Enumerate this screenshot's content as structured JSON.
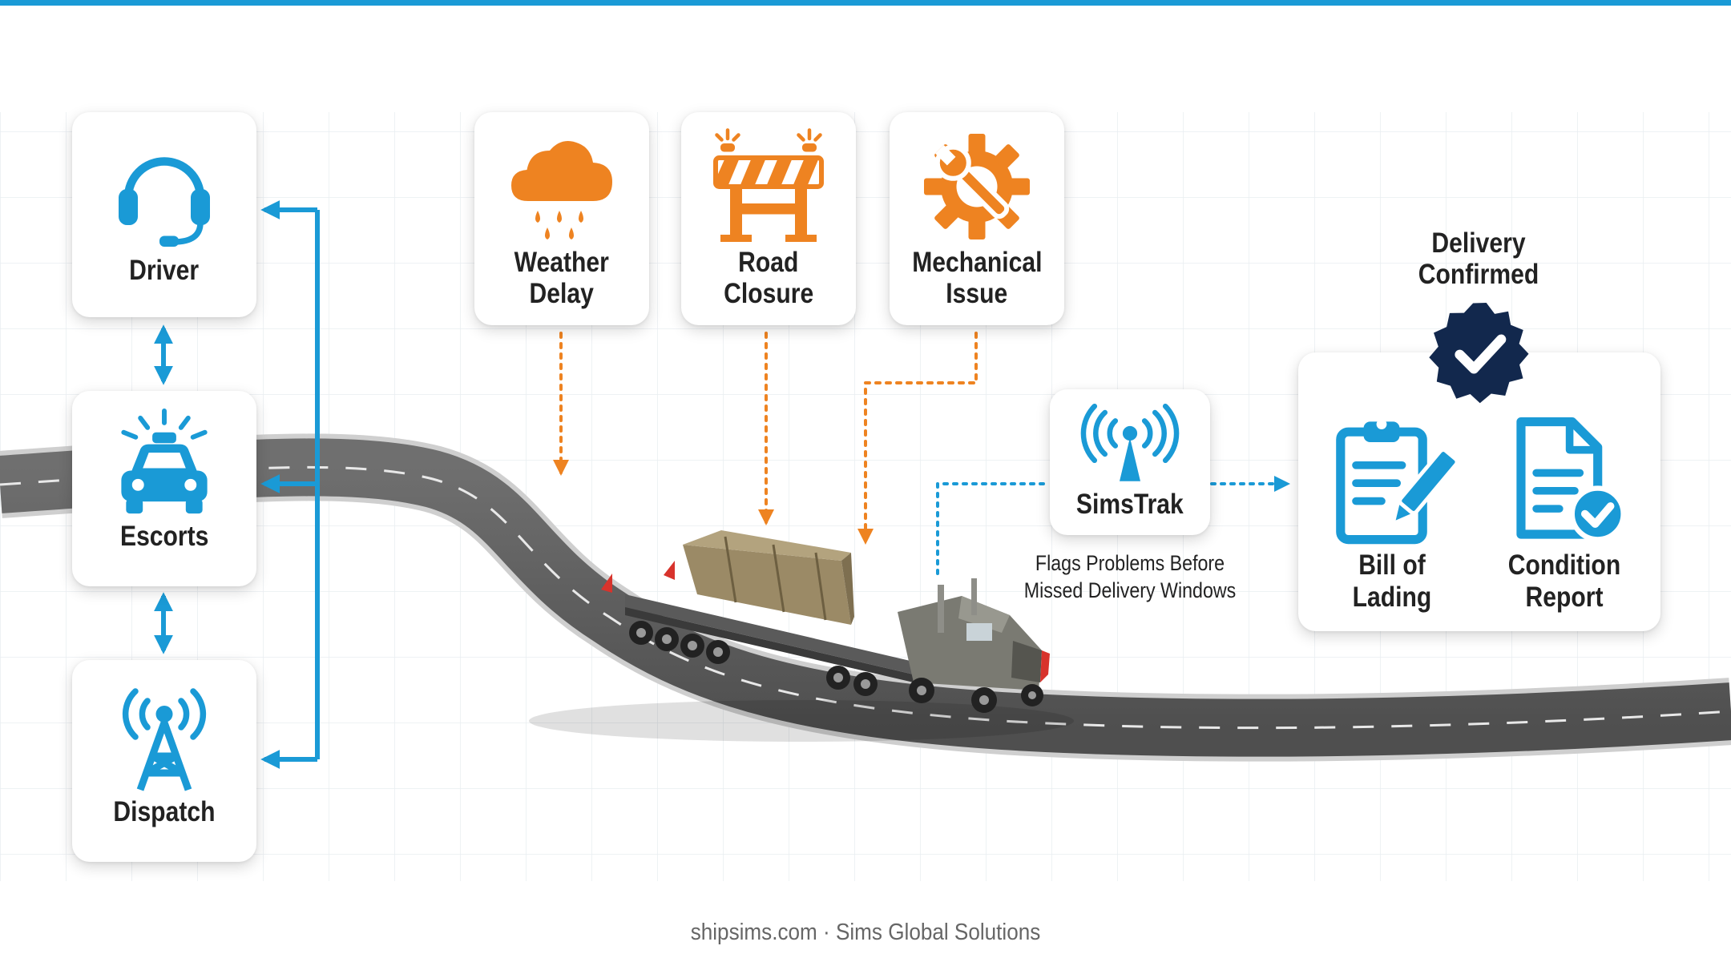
{
  "colors": {
    "accent_blue": "#1a9ad6",
    "accent_orange": "#ee8321",
    "badge_navy": "#12284d",
    "top_bar": "#1a9ad6"
  },
  "team": [
    {
      "label": "Driver",
      "icon": "headset-icon"
    },
    {
      "label": "Escorts",
      "icon": "escort-car-icon"
    },
    {
      "label": "Dispatch",
      "icon": "radio-tower-icon"
    }
  ],
  "risks": [
    {
      "label_line1": "Weather",
      "label_line2": "Delay",
      "icon": "rain-cloud-icon"
    },
    {
      "label_line1": "Road",
      "label_line2": "Closure",
      "icon": "road-barrier-icon"
    },
    {
      "label_line1": "Mechanical",
      "label_line2": "Issue",
      "icon": "gear-wrench-icon"
    }
  ],
  "tracker": {
    "label": "SimsTrak",
    "icon": "signal-antenna-icon",
    "caption_line1": "Flags Problems Before",
    "caption_line2": "Missed Delivery Windows"
  },
  "delivery": {
    "title_line1": "Delivery",
    "title_line2": "Confirmed",
    "badge_icon": "check-badge-icon",
    "documents": [
      {
        "label_line1": "Bill of",
        "label_line2": "Lading",
        "icon": "clipboard-pen-icon"
      },
      {
        "label_line1": "Condition",
        "label_line2": "Report",
        "icon": "document-check-icon"
      }
    ]
  },
  "truck_icon": "flatbed-truck-icon",
  "footer": "shipsims.com · Sims Global Solutions"
}
